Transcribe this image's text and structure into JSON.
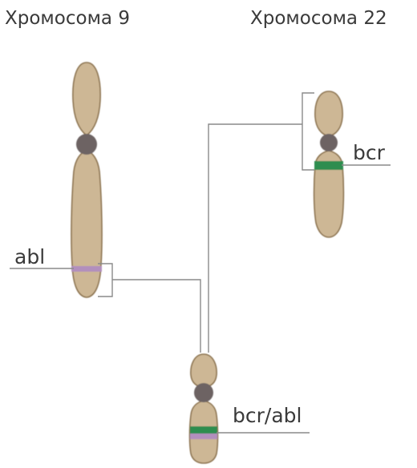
{
  "chromosome_9": {
    "title": "Хромосома 9",
    "gene_label": "abl"
  },
  "chromosome_22": {
    "title": "Хромосома 22",
    "gene_label": "bcr"
  },
  "fusion": {
    "gene_label": "bcr/abl"
  },
  "colors": {
    "chromatid": "#cdb795",
    "chromatid_outline": "#8c7350",
    "centromere": "#6d6464",
    "abl_band": "#b28fbd",
    "bcr_band": "#2f8d4f",
    "lines": "#8a8a8a",
    "text": "#3a3a3a"
  }
}
